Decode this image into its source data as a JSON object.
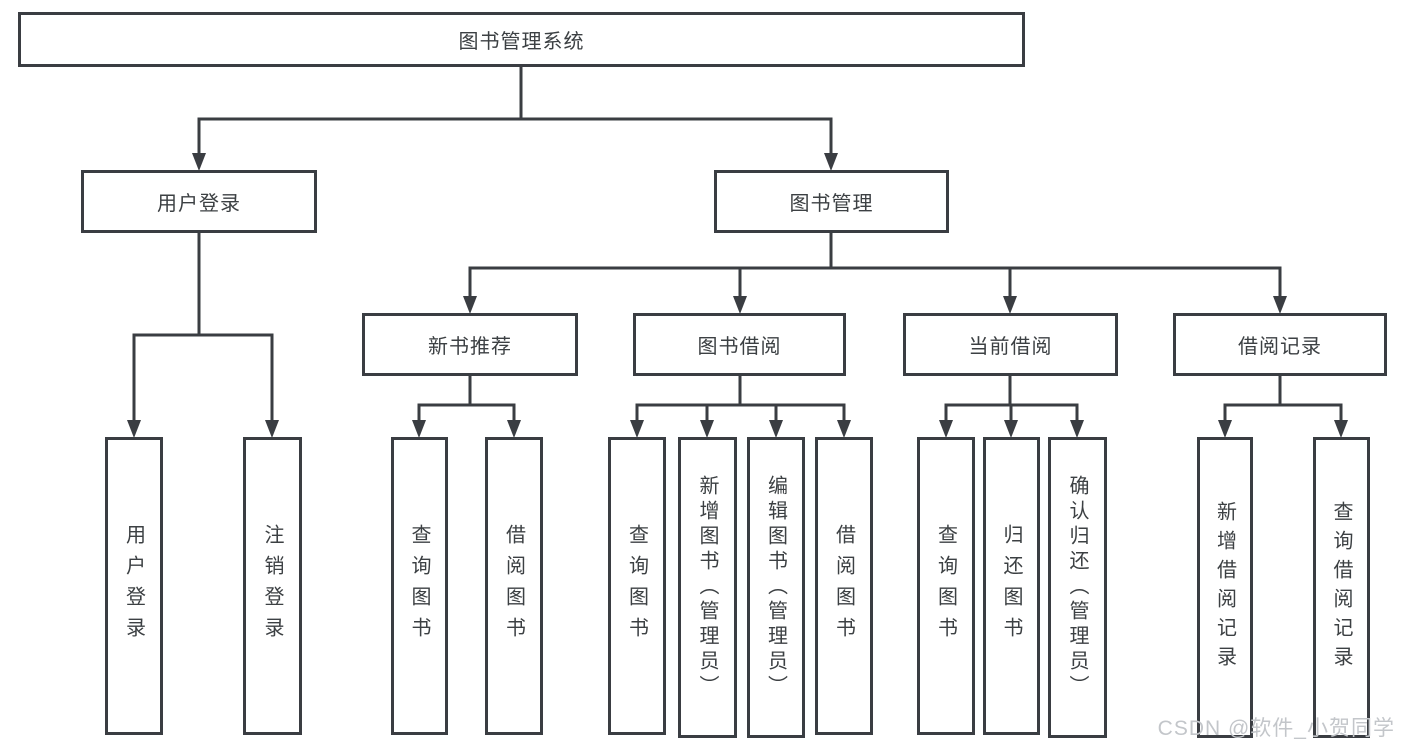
{
  "tree": {
    "root": {
      "label": "图书管理系统",
      "children": [
        {
          "label": "用户登录",
          "children": [
            {
              "label": "用户登录"
            },
            {
              "label": "注销登录"
            }
          ]
        },
        {
          "label": "图书管理",
          "children": [
            {
              "label": "新书推荐",
              "children": [
                {
                  "label": "查询图书"
                },
                {
                  "label": "借阅图书"
                }
              ]
            },
            {
              "label": "图书借阅",
              "children": [
                {
                  "label": "查询图书"
                },
                {
                  "label": "新增图书（管理员）"
                },
                {
                  "label": "编辑图书（管理员）"
                },
                {
                  "label": "借阅图书"
                }
              ]
            },
            {
              "label": "当前借阅",
              "children": [
                {
                  "label": "查询图书"
                },
                {
                  "label": "归还图书"
                },
                {
                  "label": "确认归还（管理员）"
                }
              ]
            },
            {
              "label": "借阅记录",
              "children": [
                {
                  "label": "新增借阅记录"
                },
                {
                  "label": "查询借阅记录"
                }
              ]
            }
          ]
        }
      ]
    }
  },
  "watermark": {
    "text": "CSDN @软件_小贺同学"
  },
  "colors": {
    "line": "#3a3d42",
    "text": "#3c4043",
    "watermark": "#c3c6ca",
    "background": "#ffffff"
  }
}
